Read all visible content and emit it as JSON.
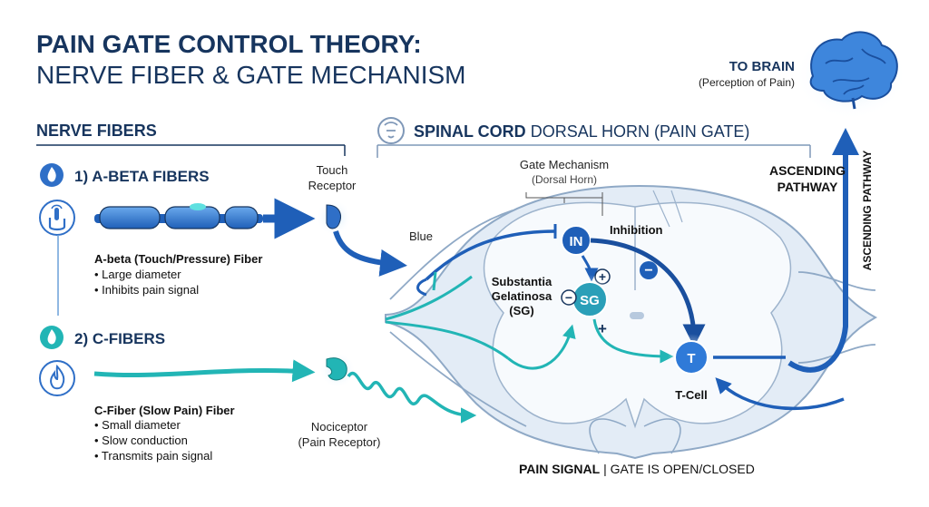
{
  "title": {
    "line1": "PAIN GATE CONTROL THEORY:",
    "line2": "NERVE FIBER & GATE MECHANISM"
  },
  "nerve_fibers": {
    "heading": "NERVE FIBERS",
    "a_beta": {
      "label": "1) A-BETA FIBERS",
      "name": "A-beta (Touch/Pressure) Fiber",
      "bullets": [
        "• Large diameter",
        "• Inhibits pain signal"
      ],
      "receptor": [
        "Touch",
        "Receptor"
      ]
    },
    "c_fiber": {
      "label": "2) C-FIBERS",
      "name": "C-Fiber (Slow Pain) Fiber",
      "bullets": [
        "• Small diameter",
        "• Slow conduction",
        "• Transmits pain signal"
      ],
      "receptor": [
        "Nociceptor",
        "(Pain Receptor)"
      ]
    }
  },
  "spinal_cord": {
    "heading_bold": "SPINAL CORD",
    "heading_rest": " DORSAL HORN (PAIN GATE)",
    "gate_mechanism": [
      "Gate Mechanism",
      "(Dorsal Horn)"
    ],
    "blue_label": "Blue",
    "inhibition": "Inhibition",
    "sg_label": [
      "Substantia",
      "Gelatinosa",
      "(SG)"
    ],
    "in_node": "IN",
    "sg_node": "SG",
    "t_node": "T",
    "t_cell": "T-Cell",
    "plus": "+",
    "minus": "−"
  },
  "brain": {
    "to_brain": "TO BRAIN",
    "perception": "(Perception of Pain)"
  },
  "ascending": {
    "label": [
      "ASCENDING",
      "PATHWAY"
    ],
    "vertical": "ASCENDING PATHWAY"
  },
  "footer": {
    "bold": "PAIN SIGNAL",
    "rest": " | GATE IS OPEN/CLOSED"
  },
  "colors": {
    "navy": "#17355e",
    "blue": "#1f5fb8",
    "teal": "#22b5b5",
    "cord_fill": "#e3ecf6",
    "cord_stroke": "#8fa9c6"
  },
  "icons": [
    "hand-touch-icon",
    "flame-icon",
    "spine-icon",
    "brain-icon"
  ]
}
